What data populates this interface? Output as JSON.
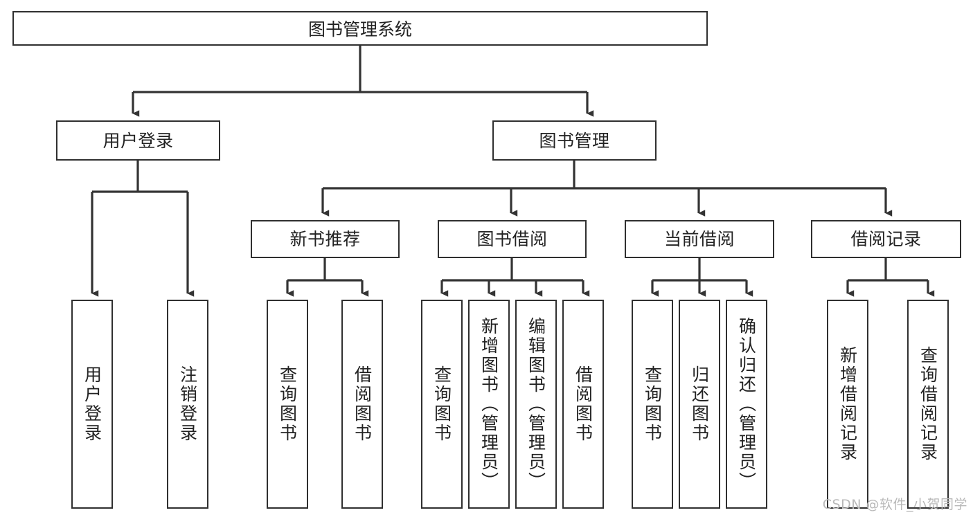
{
  "diagram": {
    "type": "tree",
    "title": "图书管理系统",
    "orientation": "top-down",
    "colors": {
      "box_border": "#2f2f2f",
      "box_fill": "#ffffff",
      "connector": "#333333",
      "text": "#222222",
      "watermark": "#b9b9b9",
      "background": "#ffffff"
    }
  },
  "root": {
    "label": "图书管理系统"
  },
  "level1": [
    {
      "label": "用户登录"
    },
    {
      "label": "图书管理"
    }
  ],
  "level2": [
    {
      "label": "新书推荐"
    },
    {
      "label": "图书借阅"
    },
    {
      "label": "当前借阅"
    },
    {
      "label": "借阅记录"
    }
  ],
  "leaves": {
    "user_login": [
      {
        "label": "用户登录"
      },
      {
        "label": "注销登录"
      }
    ],
    "new_book_recommend": [
      {
        "label": "查询图书"
      },
      {
        "label": "借阅图书"
      }
    ],
    "book_borrow": [
      {
        "label": "查询图书"
      },
      {
        "label": "新增图书（管理员）"
      },
      {
        "label": "编辑图书（管理员）"
      },
      {
        "label": "借阅图书"
      }
    ],
    "current_borrow": [
      {
        "label": "查询图书"
      },
      {
        "label": "归还图书"
      },
      {
        "label": "确认归还（管理员）"
      }
    ],
    "borrow_record": [
      {
        "label": "新增借阅记录"
      },
      {
        "label": "查询借阅记录"
      }
    ]
  },
  "watermark": {
    "text": "CSDN @软件_小贺同学"
  }
}
